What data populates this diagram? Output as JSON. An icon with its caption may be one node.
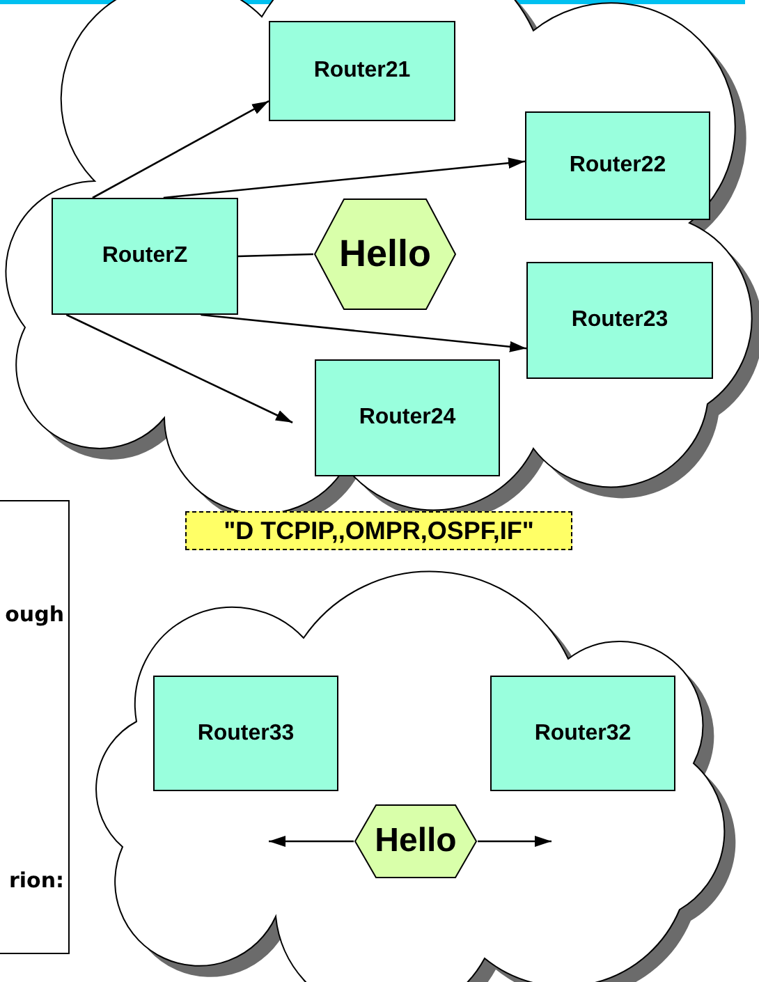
{
  "diagram": {
    "nodes": [
      {
        "text": [
          "Router21"
        ]
      },
      {
        "text": [
          "Router22"
        ]
      },
      {
        "text": [
          "RouterZ"
        ]
      },
      {
        "text": [
          "Hello"
        ]
      },
      {
        "text": [
          "Router23"
        ]
      },
      {
        "text": [
          "Router24"
        ]
      },
      {
        "text": [
          "\"D TCPIP,,OMPR,OSPF,IF\""
        ]
      },
      {
        "text": [
          "ough",
          "rion:"
        ]
      },
      {
        "text": [
          "Router33"
        ]
      },
      {
        "text": [
          "Router32"
        ]
      },
      {
        "text": [
          "Hello"
        ]
      }
    ],
    "edges": [
      {
        "from": 2,
        "to": 0,
        "arrow": "to"
      },
      {
        "from": 2,
        "to": 1,
        "arrow": "to"
      },
      {
        "from": 2,
        "to": 3,
        "arrow": "none"
      },
      {
        "from": 2,
        "to": 4,
        "arrow": "to"
      },
      {
        "from": 2,
        "to": 5,
        "arrow": "to"
      },
      {
        "from": 10,
        "to": null,
        "arrow": "to"
      },
      {
        "from": 10,
        "to": null,
        "arrow": "to"
      }
    ]
  }
}
